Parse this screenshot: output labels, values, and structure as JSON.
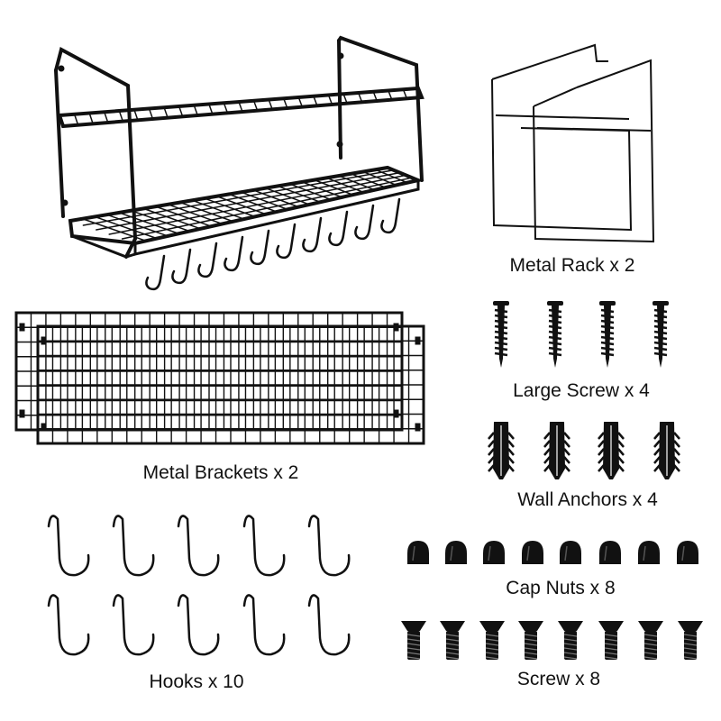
{
  "labels": {
    "metal_rack": "Metal Rack x 2",
    "large_screw": "Large Screw x 4",
    "wall_anchors": "Wall Anchors x 4",
    "metal_brackets": "Metal Brackets x 2",
    "cap_nuts": "Cap Nuts x 8",
    "hooks": "Hooks x 10",
    "screw": "Screw x 8"
  },
  "colors": {
    "metal": "#111111",
    "background": "#ffffff"
  },
  "icons": [
    "shelf-unit-icon",
    "metal-rack-icon",
    "metal-bracket-icon",
    "hook-icon",
    "large-screw-icon",
    "wall-anchor-icon",
    "cap-nut-icon",
    "screw-icon"
  ]
}
